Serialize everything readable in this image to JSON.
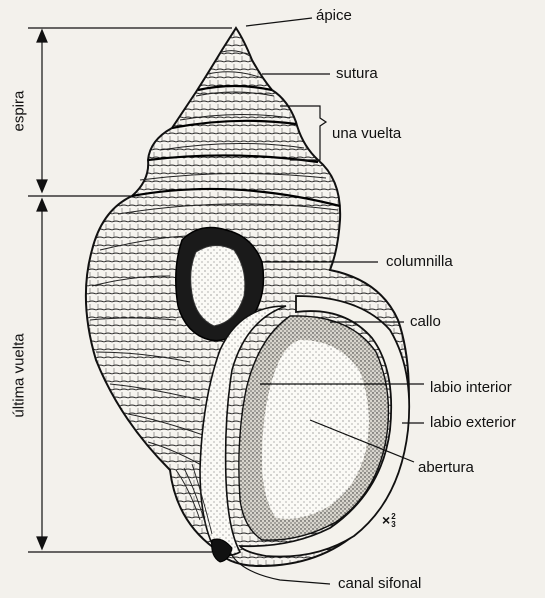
{
  "labels": {
    "apice": "ápice",
    "sutura": "sutura",
    "una_vuelta": "una vuelta",
    "columnilla": "columnilla",
    "callo": "callo",
    "labio_interior": "labio interior",
    "labio_exterior": "labio exterior",
    "abertura": "abertura",
    "canal_sifonal": "canal sifonal",
    "espira": "espira",
    "ultima_vuelta": "última vuelta"
  },
  "scale": {
    "prefix": "×",
    "numerator": "2",
    "denominator": "3"
  }
}
